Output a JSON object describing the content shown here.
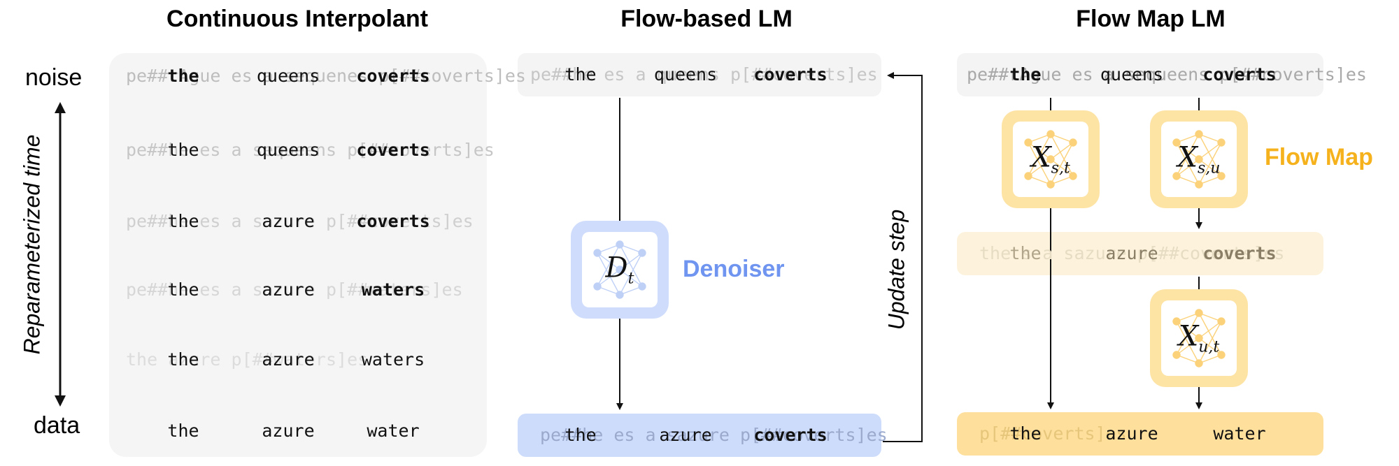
{
  "titles": {
    "interpolant": "Continuous Interpolant",
    "flow_lm": "Flow-based LM",
    "flow_map_lm": "Flow Map LM"
  },
  "axis": {
    "top": "noise",
    "bottom": "data",
    "time_label": "Reparameterized time"
  },
  "interpolant_rows": [
    {
      "tokens": [
        "the",
        "queens",
        "coverts"
      ],
      "ghost": "pe##rAgue es a sequenes p[##coverts]es"
    },
    {
      "tokens": [
        "the",
        "queens",
        "coverts"
      ],
      "ghost": "pe##he es a sequeens p[##coverts]es"
    },
    {
      "tokens": [
        "the",
        "azure",
        "coverts"
      ],
      "ghost": "pe##he es a sazure p[##coverts]es"
    },
    {
      "tokens": [
        "the",
        "azure",
        "waters"
      ],
      "ghost": "pe##he es a sazure p[##waters]es"
    },
    {
      "tokens": [
        "the",
        "azure",
        "waters"
      ],
      "ghost": "   the     azure  p[##waters]es"
    },
    {
      "tokens": [
        "the",
        "azure",
        "water"
      ],
      "ghost": ""
    }
  ],
  "flow_lm": {
    "top_tokens": [
      "the",
      "queens",
      "coverts"
    ],
    "top_ghost": "pe##he es a queens p[##coverts]es",
    "bottom_tokens": [
      "the",
      "azure",
      "coverts"
    ],
    "bottom_ghost": "pe##he es a sazure p[##coverts]es",
    "denoiser_symbol": "D",
    "denoiser_sub": "t",
    "denoiser_label": "Denoiser",
    "update_label": "Update step"
  },
  "flow_map_lm": {
    "top_tokens": [
      "the",
      "queens",
      "coverts"
    ],
    "top_ghost": "pe##rAgue es a sequeens p[##coverts]es",
    "mid_tokens": [
      "the",
      "azure",
      "coverts"
    ],
    "mid_ghost": "   the  s a sazure p[##coverts]es",
    "bottom_tokens": [
      "the",
      "azure",
      "water"
    ],
    "bottom_ghost": "                       p[##coverts]es",
    "net1_symbol": "X",
    "net1_sub": "s,t",
    "net2_symbol": "X",
    "net2_sub": "s,u",
    "net3_symbol": "X",
    "net3_sub": "u,t",
    "flow_map_label": "Flow Map"
  },
  "colors": {
    "panel_gray": "#f5f5f5",
    "denoiser_blue": "#6f95f0",
    "denoiser_box": "#cfdcfb",
    "flow_map_orange": "#f6b21c",
    "flow_map_box": "#fde3a4",
    "row_blue": "#cedcfb",
    "row_orange": "#fedf9c",
    "row_orange_light": "#fdf3dc"
  }
}
